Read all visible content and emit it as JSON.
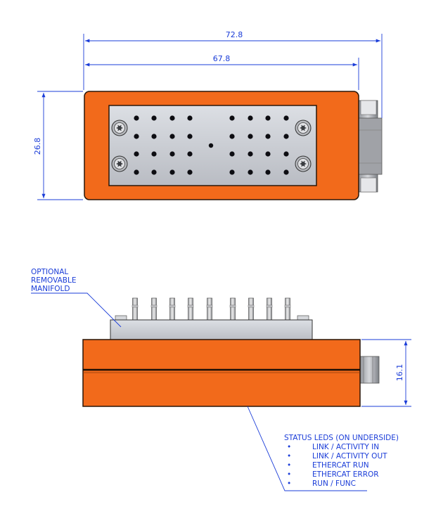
{
  "dimensions": {
    "overall_width": "72.8",
    "body_width": "67.8",
    "height_top_view": "26.8",
    "height_side_view": "16.1"
  },
  "callouts": {
    "manifold": [
      "OPTIONAL",
      "REMOVABLE",
      "MANIFOLD"
    ],
    "status_title": "STATUS LEDS (ON UNDERSIDE)",
    "status_items": [
      "LINK / ACTIVITY IN",
      "LINK / ACTIVITY OUT",
      "ETHERCAT RUN",
      "ETHERCAT ERROR",
      "RUN / FUNC"
    ],
    "bullet": "•"
  },
  "colors": {
    "body_orange": "#f26a1b",
    "body_outline": "#2a1608",
    "plate": "#c9ccd3",
    "dimension": "#1a3cd8"
  }
}
